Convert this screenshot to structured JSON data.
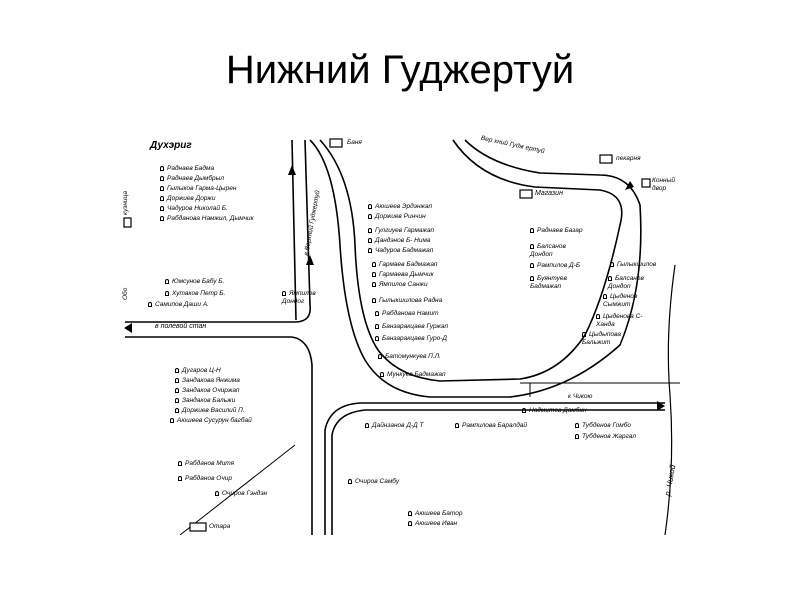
{
  "slide": {
    "title": "Нижний Гуджертуй"
  },
  "map": {
    "area_label": "Духэриг",
    "buildings": {
      "banya": "Баня",
      "pekarnya": "пекарня",
      "magazin": "Магазин",
      "konny_dvor": "Конный двор",
      "kuznitsa": "кузница",
      "otara": "Отара"
    },
    "roads": {
      "to_polevoy_stan": "в полевой стан",
      "to_verkhny": "в Верхний Гуджертуй",
      "verkhny_gudzhertuy": "Вер хний Гудж ертуй",
      "to_chikoyu": "к Чикою",
      "river": "р. Чикой",
      "obo": "Обо"
    },
    "households": {
      "left_top": [
        "Раднаев Бадма",
        "Раднаев Дымбрыл",
        "Гылыков Гарма-Цырен",
        "Доржиев Доржи",
        "Чадуров Николай Б.",
        "Рабданова Намжил, Дымчик"
      ],
      "left_mid": [
        "Юмсунов Бабу Б.",
        "Хутаков Петр Б.",
        "Самипов Даши А."
      ],
      "yampilov_dondog": "Ямпилов Дондог",
      "left_lower": [
        "Дугаров Ц-Н",
        "Зандакова Янжима",
        "Зандаков Очиржап",
        "Зандаков Бальжи",
        "Доржиев Василий П.",
        "Аюшеев Сусурун багбай"
      ],
      "left_bottom": [
        "Рабданов Митя",
        "Рабданов Очир",
        "Очиров Гэндэн"
      ],
      "center_top": [
        "Аюшеев Эрдэнжап",
        "Доржиев Ринчин",
        "Гулгиуев Гармажап",
        "Дандэнов Б- Нима",
        "Чадуров Бадмажап",
        "Гармаев Бадмажап",
        "Гармаева Дымчик",
        "Ямпилов Санжи"
      ],
      "center_mid": [
        "Гылыкшилова Радна",
        "Рабданова Намит",
        "Банзаракцаев Гуржап",
        "Банзаракцаев Гуро-Д",
        "Батомункуев П.Л.",
        "Мункуев Бадмажап"
      ],
      "right_inner": [
        "Раднаев Базар",
        "Балсанов Дондоп",
        "Рампилов Д-Б",
        "Буянтуев Бадмажап"
      ],
      "right_outer": [
        "Гылыкшилов",
        "Балсанов Дондоп",
        "Цыденов Сымжит",
        "Цыденова С-Ханда",
        "Цыдыпова Бальжит"
      ],
      "south": [
        "Дайнзанов Д-Д Т",
        "Рампилова Баралдай",
        "Надмитов Дамбин",
        "Тубденов Гомбо",
        "Тубденов Жаргал",
        "Очиров Самбу",
        "Аюшеев Батор",
        "Аюшеев Иван"
      ]
    }
  }
}
